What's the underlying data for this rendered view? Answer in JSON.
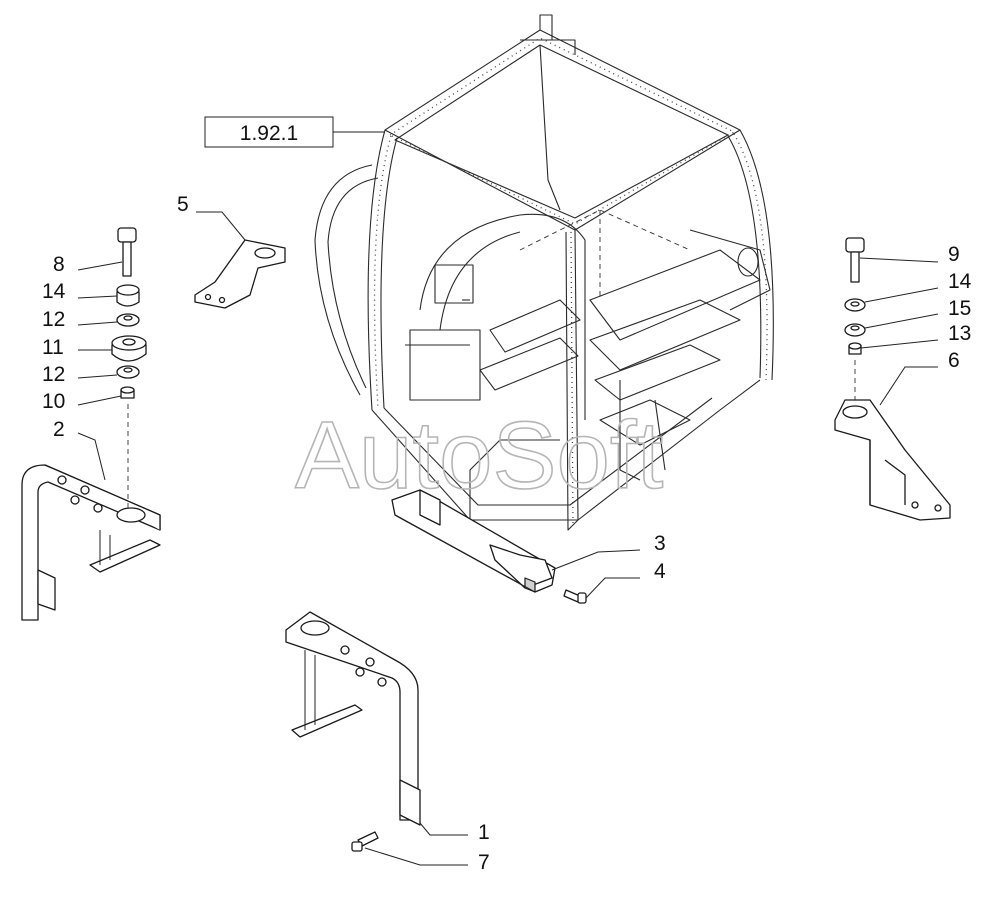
{
  "reference_box": {
    "text": "1.92.1"
  },
  "watermark": {
    "text": "AutoSoft"
  },
  "callouts": [
    {
      "id": "c8",
      "text": "8"
    },
    {
      "id": "c14a",
      "text": "14"
    },
    {
      "id": "c12a",
      "text": "12"
    },
    {
      "id": "c11",
      "text": "11"
    },
    {
      "id": "c12b",
      "text": "12"
    },
    {
      "id": "c10",
      "text": "10"
    },
    {
      "id": "c2",
      "text": "2"
    },
    {
      "id": "c5",
      "text": "5"
    },
    {
      "id": "c9",
      "text": "9"
    },
    {
      "id": "c14b",
      "text": "14"
    },
    {
      "id": "c15",
      "text": "15"
    },
    {
      "id": "c13",
      "text": "13"
    },
    {
      "id": "c6",
      "text": "6"
    },
    {
      "id": "c3",
      "text": "3"
    },
    {
      "id": "c4",
      "text": "4"
    },
    {
      "id": "c1",
      "text": "1"
    },
    {
      "id": "c7",
      "text": "7"
    }
  ]
}
